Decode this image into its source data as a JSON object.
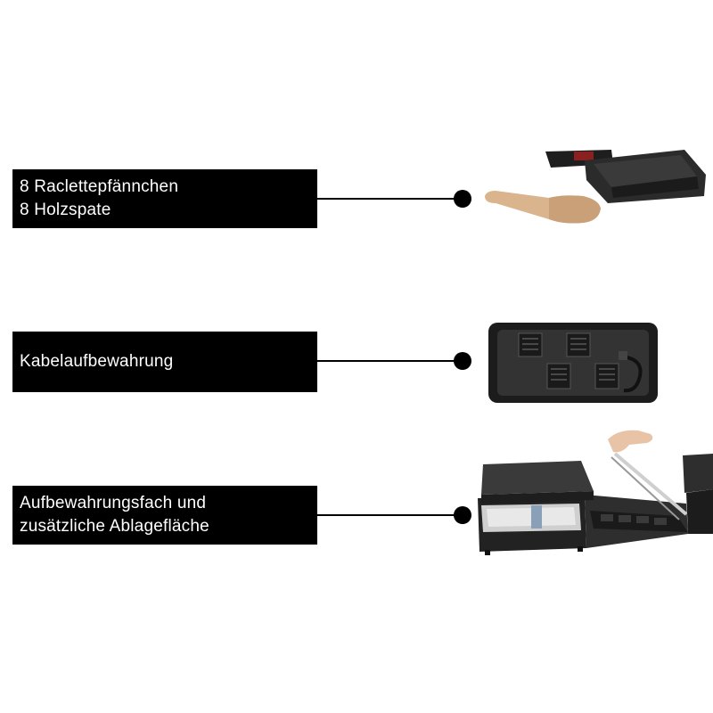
{
  "features": [
    {
      "lines": [
        "8 Raclettepfännchen",
        "8 Holzspate"
      ],
      "photo": "raclette-pan-and-wooden-spatula"
    },
    {
      "lines": [
        "Kabelaufbewahrung"
      ],
      "photo": "underside-cable-storage"
    },
    {
      "lines": [
        "Aufbewahrungsfach und",
        "zusätzliche Ablagefläche"
      ],
      "photo": "storage-drawer-and-shelf"
    }
  ],
  "colors": {
    "box": "#000000",
    "text": "#ffffff",
    "background": "#ffffff",
    "wood": "#d9b48c",
    "appliance": "#2a2a2a"
  }
}
